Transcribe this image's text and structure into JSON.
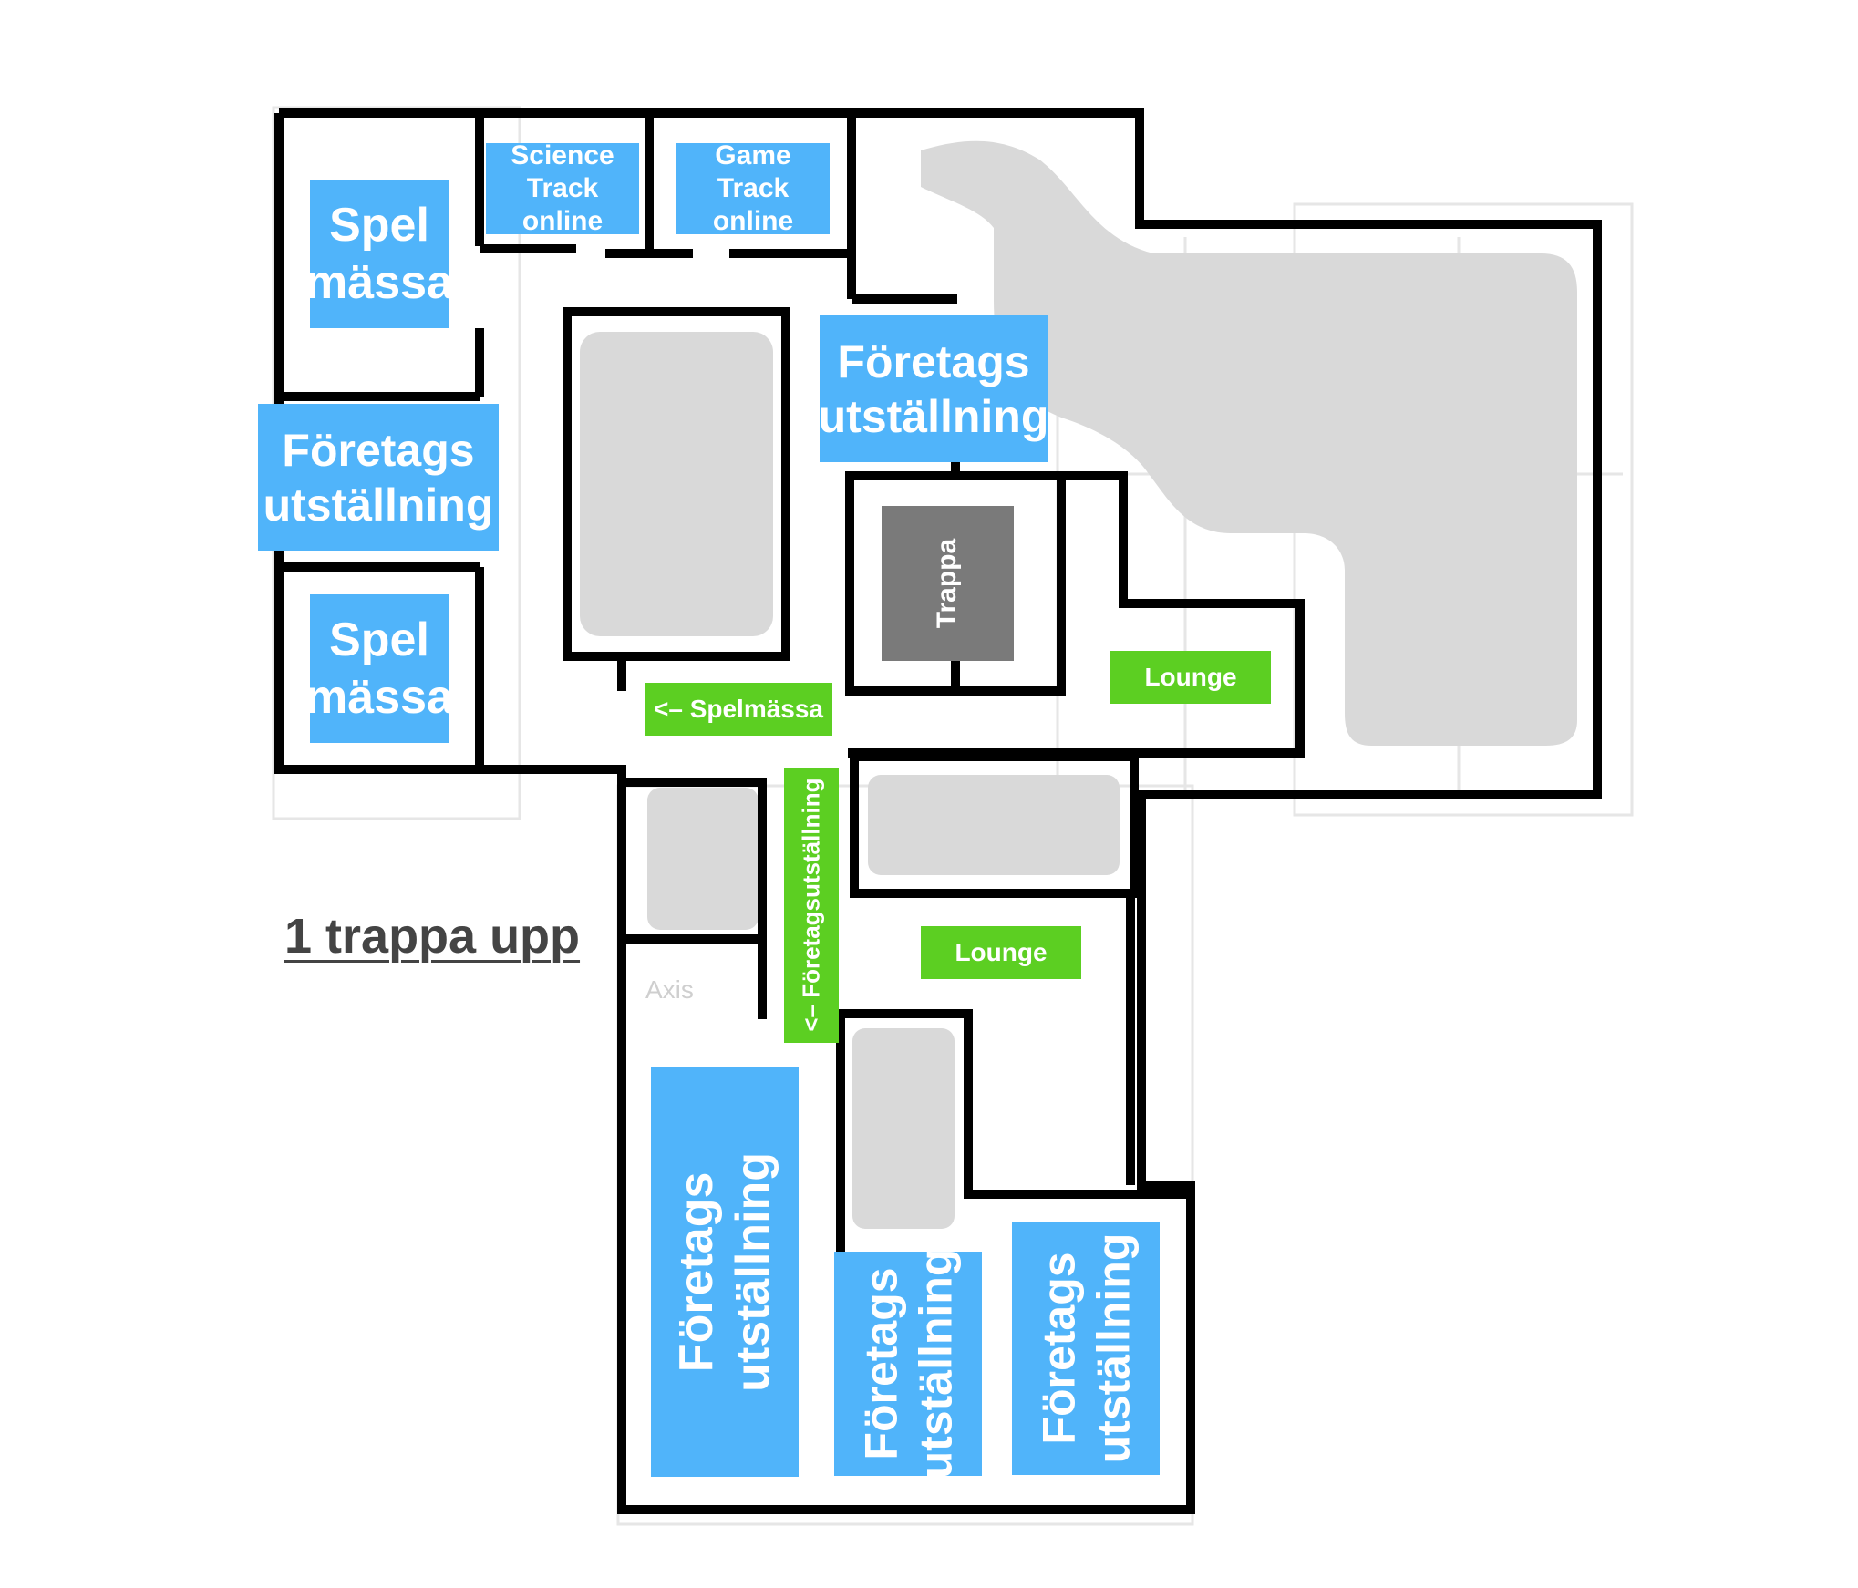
{
  "floor_title": "1 trappa upp",
  "rooms": {
    "spelmassa_top": "Spel mässa",
    "spelmassa_bottom": "Spel mässa",
    "science_track": "Science Track online",
    "game_track": "Game Track online",
    "foretags_left": "Företags utställning",
    "foretags_center": "Företags utställning",
    "foretags_bottom_1": "Företags utställning",
    "foretags_bottom_2": "Företags utställning",
    "foretags_bottom_3": "Företags utställning",
    "trappa": "Trappa"
  },
  "signs": {
    "lounge_upper": "Lounge",
    "lounge_lower": "Lounge",
    "to_spelmassa": "<– Spelmässa",
    "to_foretagsutstallning": "<– Företagsutställning"
  },
  "background_labels": {
    "axis": "Axis"
  },
  "colors": {
    "room_blue": "#50b4fa",
    "sign_green": "#5ccf22",
    "stair_gray": "#7a7a7a",
    "wall_black": "#000000",
    "shade_gray": "#d9d9d9"
  }
}
